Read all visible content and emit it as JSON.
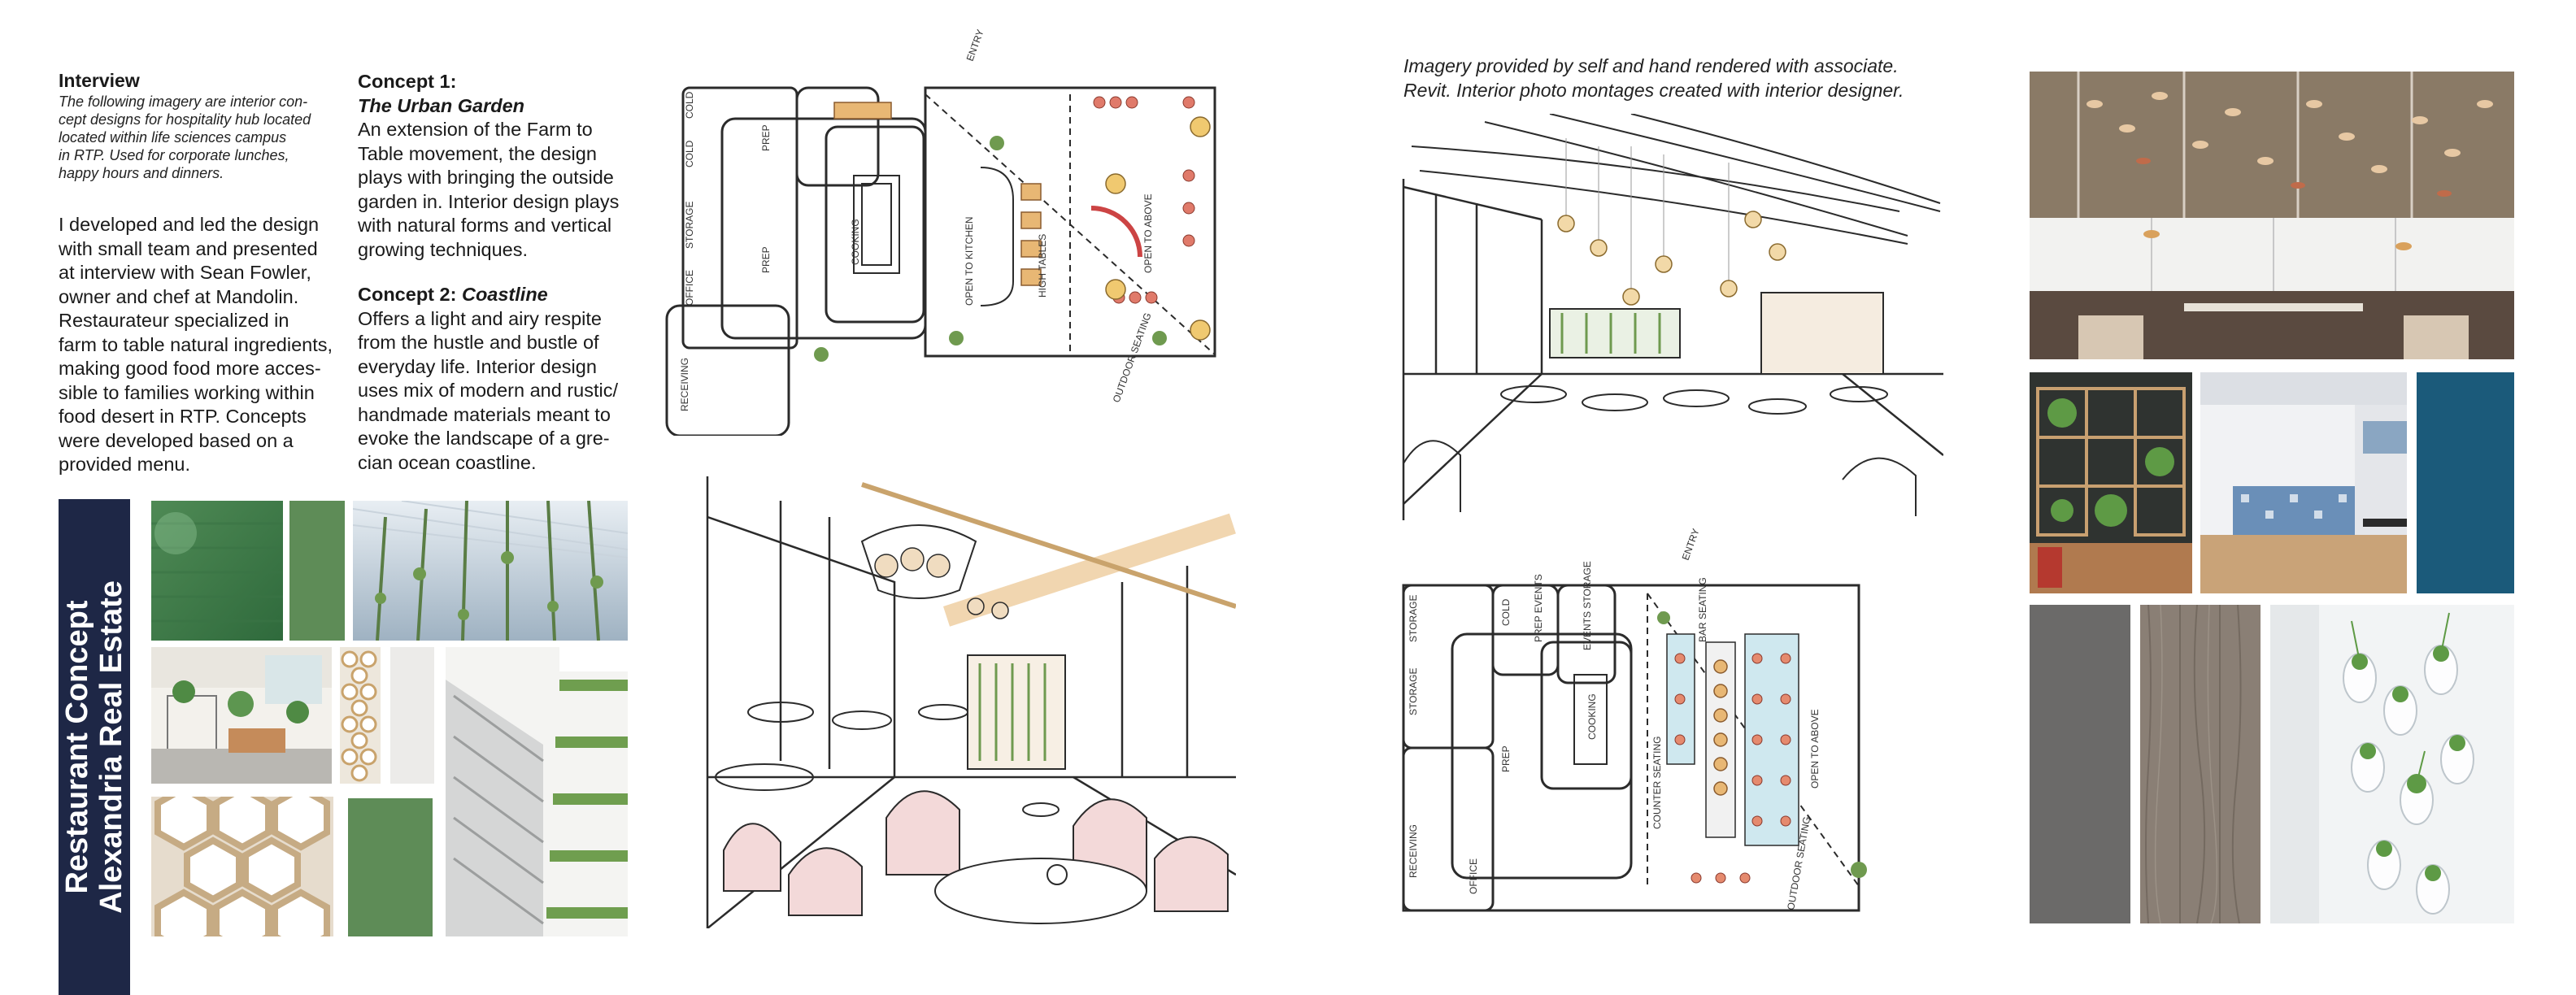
{
  "interview": {
    "title": "Interview",
    "intro": "The following imagery are interior concept designs for hospitality hub located located within life sciences campus in RTP. Used for corporate lunches, happy hours and dinners.",
    "intro_lines": [
      "The following imagery are interior con-",
      "cept designs for hospitality hub located",
      "located within life sciences campus",
      "in RTP. Used for corporate lunches,",
      "happy hours and dinners."
    ],
    "body_lines": [
      "I developed and led the design",
      "with small team and presented",
      "at interview with Sean Fowler,",
      "owner and chef at Mandolin.",
      "Restaurateur specialized in",
      "farm to table natural ingredients,",
      "making good food more acces-",
      "sible to families working within",
      "food desert in RTP. Concepts",
      "were developed based on a",
      "provided menu."
    ]
  },
  "concept1": {
    "heading": "Concept 1:",
    "name": "The Urban Garden",
    "lines": [
      "An extension of the Farm to",
      "Table movement, the design",
      "plays with bringing the outside",
      "garden in. Interior design plays",
      "with natural forms and vertical",
      "growing techniques."
    ]
  },
  "concept2": {
    "heading_prefix": "Concept 2: ",
    "name": "Coastline",
    "lines": [
      "Offers a light and airy respite",
      "from the hustle and bustle of",
      "everyday life. Interior design",
      "uses mix of modern and rustic/",
      "handmade materials meant to",
      "evoke the landscape of a gre-",
      "cian ocean coastline."
    ]
  },
  "banner": {
    "line1": "Restaurant Concept",
    "line2": "Alexandria Real Estate",
    "color": "#1e2746"
  },
  "caption": {
    "line1": "Imagery provided by self and hand rendered with associate.",
    "line2": "Revit. Interior photo montages created with interior designer."
  },
  "plan1_labels": {
    "entry": "ENTRY",
    "cold": "COLD",
    "cold2": "COLD",
    "storage": "STORAGE",
    "prep": "PREP",
    "prep2": "PREP",
    "cooking": "COOKING",
    "office": "OFFICE",
    "receiving": "RECEIVING",
    "open_to_kitchen": "OPEN TO KITCHEN",
    "high_tables": "HIGH TABLES",
    "open_to_above": "OPEN TO ABOVE",
    "outdoor_seating": "OUTDOOR SEATING"
  },
  "plan2_labels": {
    "entry": "ENTRY",
    "storage": "STORAGE",
    "storage2": "STORAGE",
    "cold": "COLD",
    "prep": "PREP",
    "prep_events": "PREP EVENTS",
    "events_storage": "EVENTS STORAGE",
    "cooking": "COOKING",
    "office": "OFFICE",
    "receiving": "RECEIVING",
    "bar_seating": "BAR SEATING",
    "counter_seating": "COUNTER SEATING",
    "open_to_above": "OPEN TO ABOVE",
    "outdoor_seating": "OUTDOOR SEATING"
  },
  "colors": {
    "green": "#5e8c57",
    "teal_blue": "#1b5a7a",
    "gray_swatch": "#6b6a69",
    "wood": "#8a7f75",
    "sketch_line": "#2b2b2b",
    "wood_accent": "#d9a15c"
  }
}
